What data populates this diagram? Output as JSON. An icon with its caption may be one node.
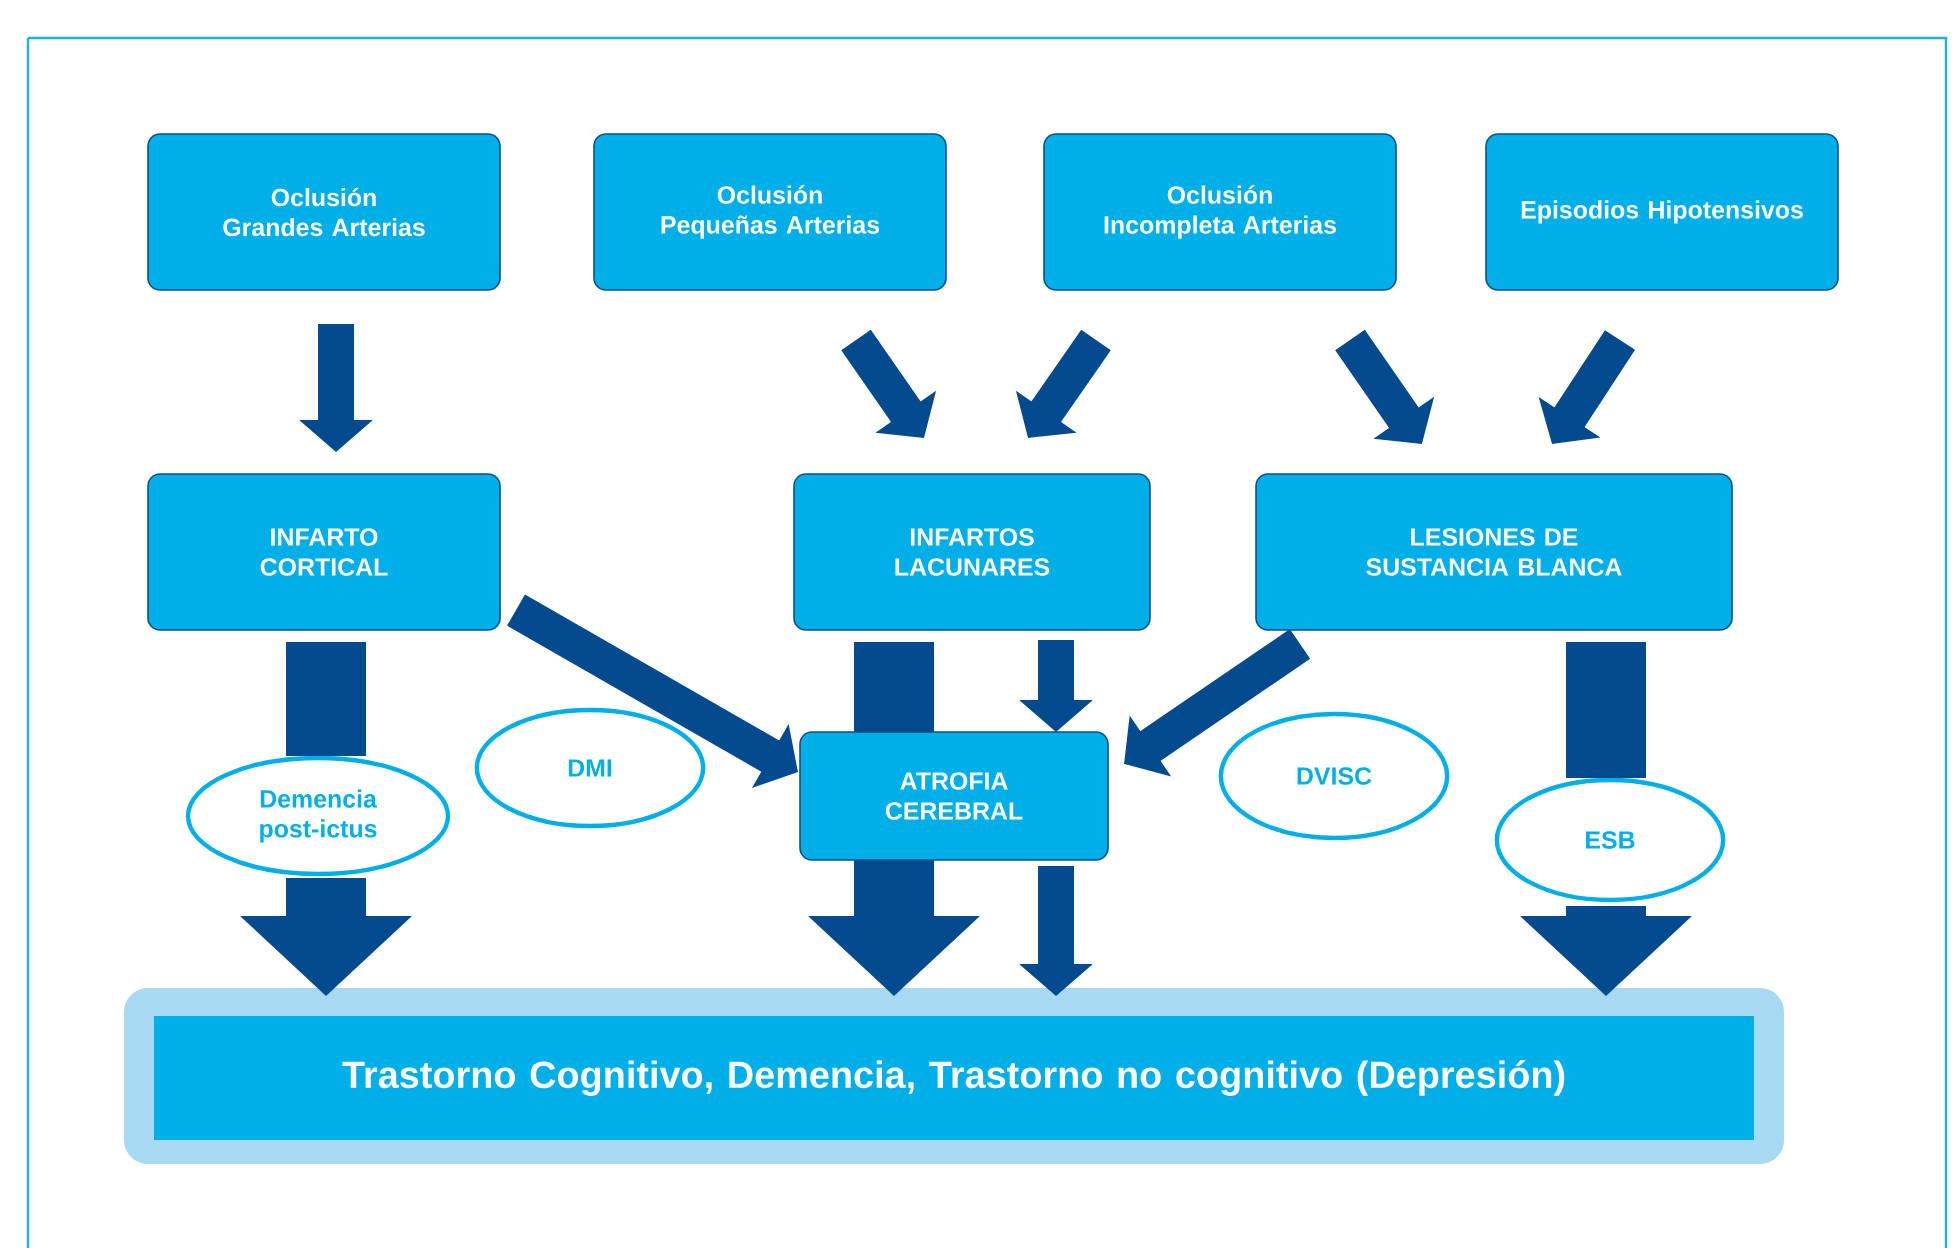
{
  "diagram": {
    "nodes": [
      {
        "text": [
          "Oclusión Grandes Arterias"
        ]
      },
      {
        "text": [
          "Oclusión Pequeñas Arterias"
        ]
      },
      {
        "text": [
          "Oclusión Incompleta Arterias"
        ]
      },
      {
        "text": [
          "Episodios Hipotensivos"
        ]
      },
      {
        "text": [
          "INFARTO CORTICAL"
        ]
      },
      {
        "text": [
          "INFARTOS LACUNARES"
        ]
      },
      {
        "text": [
          "LESIONES DE SUSTANCIA BLANCA"
        ]
      },
      {
        "text": [
          "ATROFIA CEREBRAL"
        ]
      },
      {
        "text": [],
        "shape": "box"
      },
      {
        "text": [
          "Trastorno Cognitivo, Demencia, Trastorno no cognitivo (Depresión)"
        ],
        "in": 8
      },
      {
        "text": [
          "Demencia post-ictus"
        ]
      },
      {
        "text": [
          "DMI"
        ]
      },
      {
        "text": [
          "DVISC"
        ]
      },
      {
        "text": [
          "ESB"
        ]
      }
    ],
    "edges": [
      {
        "from": 0,
        "to": 4,
        "arrow": "to"
      },
      {
        "from": 1,
        "to": 5,
        "arrow": "to"
      },
      {
        "from": 2,
        "to": 5,
        "arrow": "to"
      },
      {
        "from": 2,
        "to": 6,
        "arrow": "to"
      },
      {
        "from": 3,
        "to": 6,
        "arrow": "to"
      },
      {
        "from": 4,
        "to": 7,
        "arrow": "to"
      },
      {
        "from": 5,
        "to": 7,
        "arrow": "to"
      },
      {
        "from": 6,
        "to": 7,
        "arrow": "to"
      },
      {
        "from": 7,
        "to": 8,
        "arrow": "to"
      },
      {
        "from": 4,
        "to": 10,
        "arrow": "none",
        "style": "thick"
      },
      {
        "from": 10,
        "to": 8,
        "arrow": "to",
        "style": "thick"
      },
      {
        "from": 5,
        "to": 8,
        "arrow": "to",
        "style": "thick"
      },
      {
        "from": 6,
        "to": 13,
        "arrow": "none",
        "style": "thick"
      },
      {
        "from": 13,
        "to": 8,
        "arrow": "to",
        "style": "thick"
      }
    ]
  }
}
